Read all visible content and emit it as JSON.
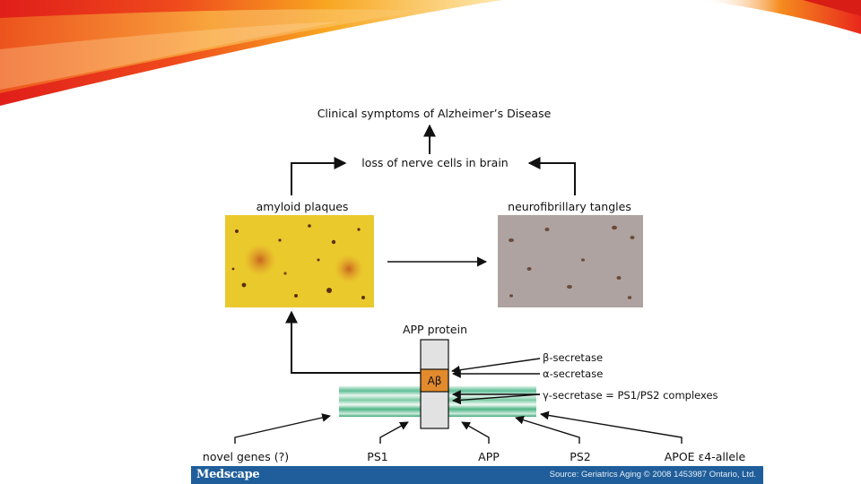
{
  "diagram": {
    "top_label": "Clinical symptoms of Alzheimer’s Disease",
    "middle_label": "loss of nerve cells in brain",
    "plaques_label": "amyloid plaques",
    "tangles_label": "neurofibrillary tangles",
    "app_label": "APP protein",
    "abeta_label": "Aβ",
    "beta_secretase": "β-secretase",
    "alpha_secretase": "α-secretase",
    "gamma_secretase": "γ-secretase = PS1/PS2 complexes",
    "bottom_labels": [
      "novel genes (?)",
      "PS1",
      "APP",
      "PS2",
      "APOE ε4-allele"
    ]
  },
  "colors": {
    "banner_red": "#e8281c",
    "banner_orange": "#f7a21c",
    "abeta_orange": "#e28a2c",
    "membrane_green": "#5fbf95",
    "plaques_yellow": "#e6c21e",
    "tangles_gray": "#a59b98",
    "footer_blue": "#1f5e9a"
  },
  "footer": {
    "brand": "Medscape",
    "source": "Source: Geriatrics Aging © 2008 1453987 Ontario, Ltd."
  }
}
